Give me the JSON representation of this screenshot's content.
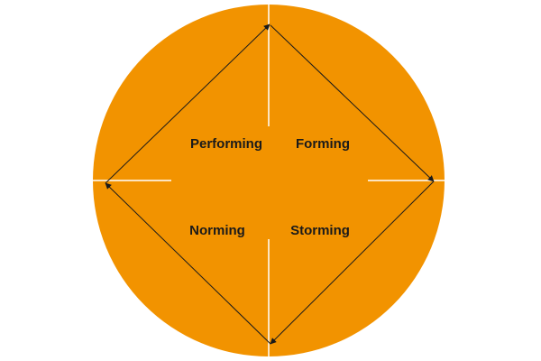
{
  "diagram": {
    "colors": {
      "circle_fill": "#F29300",
      "divider": "#FFFFFF",
      "arrow": "#1A1A1A",
      "text": "#1A1A1A"
    },
    "stages": [
      {
        "key": "performing",
        "label": "Performing"
      },
      {
        "key": "forming",
        "label": "Forming"
      },
      {
        "key": "storming",
        "label": "Storming"
      },
      {
        "key": "norming",
        "label": "Norming"
      }
    ],
    "cycle_order": [
      "forming",
      "storming",
      "norming",
      "performing"
    ]
  }
}
